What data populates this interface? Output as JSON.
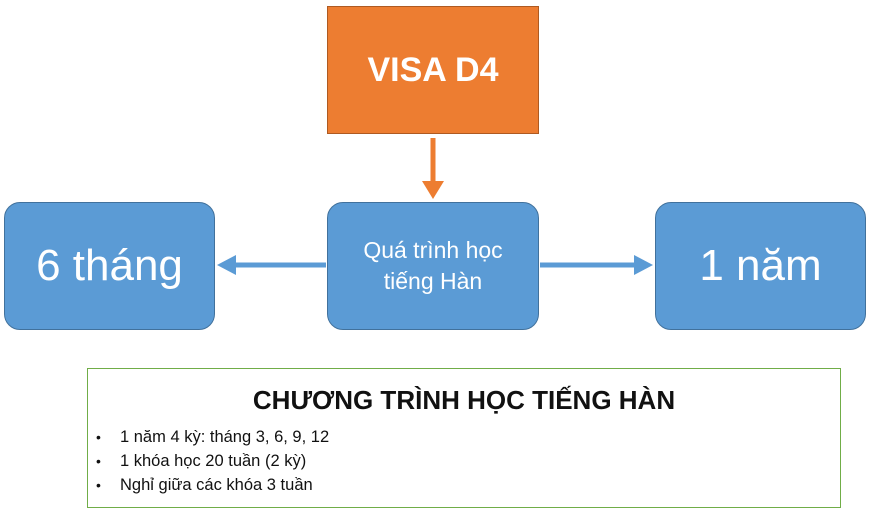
{
  "top_box": {
    "label": "VISA D4"
  },
  "center_box": {
    "line1": "Quá trình học",
    "line2": "tiếng Hàn"
  },
  "left_box": {
    "label": "6 tháng"
  },
  "right_box": {
    "label": "1 năm"
  },
  "program": {
    "title": "CHƯƠNG TRÌNH HỌC TIẾNG HÀN",
    "items": [
      "1 năm 4 kỳ: tháng 3, 6, 9, 12",
      "1 khóa học 20 tuần (2 kỳ)",
      "Nghỉ giữa các khóa 3 tuần"
    ]
  },
  "colors": {
    "orange": "#ed7d31",
    "blue": "#5b9bd5",
    "program_border": "#70ad47"
  }
}
